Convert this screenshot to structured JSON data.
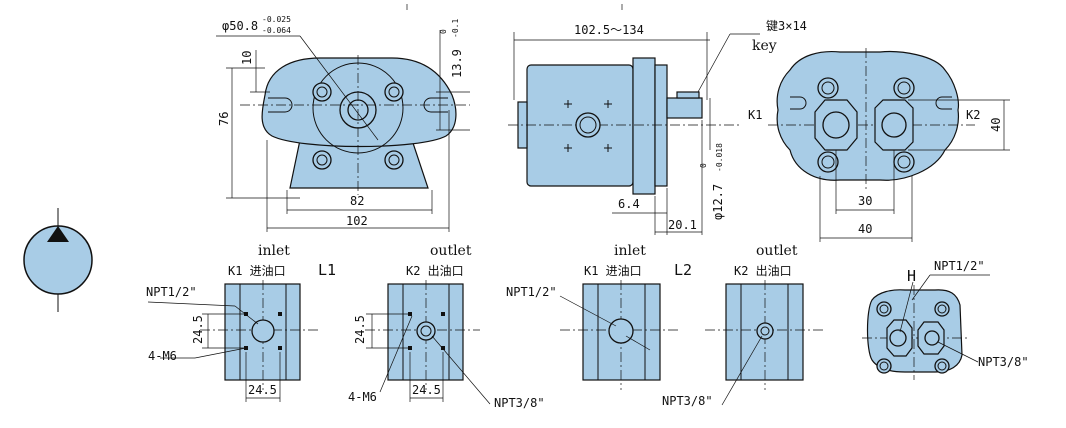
{
  "front_view": {
    "dia": "φ50.8",
    "dia_tol_top": "-0.025",
    "dia_tol_bot": "-0.064",
    "dim_10": "10",
    "dim_76": "76",
    "dim_139": "13.9",
    "dim_139_tol_top": "0",
    "dim_139_tol_bot": "-0.1",
    "dim_82": "82",
    "dim_102": "102"
  },
  "side_view": {
    "length": "102.5～134",
    "key_label": "键3×14",
    "key_en": "key",
    "dim_64": "6.4",
    "dim_201": "20.1",
    "shaft_dia": "φ12.7",
    "shaft_tol_top": "0",
    "shaft_tol_bot": "-0.018"
  },
  "rear_view": {
    "k1": "K1",
    "k2": "K2",
    "dim_40_v": "40",
    "dim_30": "30",
    "dim_40_h": "40"
  },
  "l1": {
    "title": "L1",
    "inlet_en": "inlet",
    "outlet_en": "outlet",
    "k1_label": "K1 进油口",
    "k2_label": "K2 出油口",
    "npt_in": "NPT1/2\"",
    "m6_a": "4-M6",
    "m6_b": "4-M6",
    "npt_out": "NPT3/8\"",
    "dim_245_va": "24.5",
    "dim_245_ha": "24.5",
    "dim_245_vb": "24.5",
    "dim_245_hb": "24.5"
  },
  "l2": {
    "title": "L2",
    "inlet_en": "inlet",
    "outlet_en": "outlet",
    "k1_label": "K1 进油口",
    "k2_label": "K2 出油口",
    "npt_in": "NPT1/2\"",
    "npt_out": "NPT3/8\"",
    "h_label": "H",
    "npt_right_top": "NPT1/2\"",
    "npt_right_bot": "NPT3/8\""
  }
}
